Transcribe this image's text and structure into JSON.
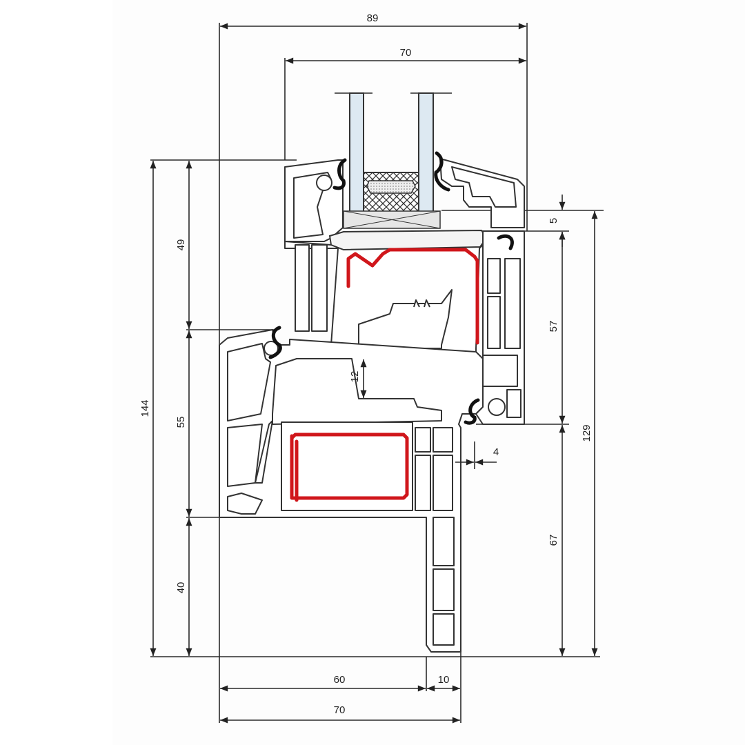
{
  "dimensions": {
    "top_overall": "89",
    "top_sash": "70",
    "left_overall": "144",
    "left_upper": "49",
    "left_middle": "55",
    "left_lower": "40",
    "right_small": "5",
    "right_upper": "57",
    "right_lower": "67",
    "right_overall": "129",
    "overlap_gap": "12",
    "offset": "4",
    "bottom_main": "60",
    "bottom_small": "10",
    "bottom_overall": "70"
  },
  "colors": {
    "reinforcement": "#d0161b",
    "glass": "#dde9f2",
    "line": "#2a2a2a"
  }
}
